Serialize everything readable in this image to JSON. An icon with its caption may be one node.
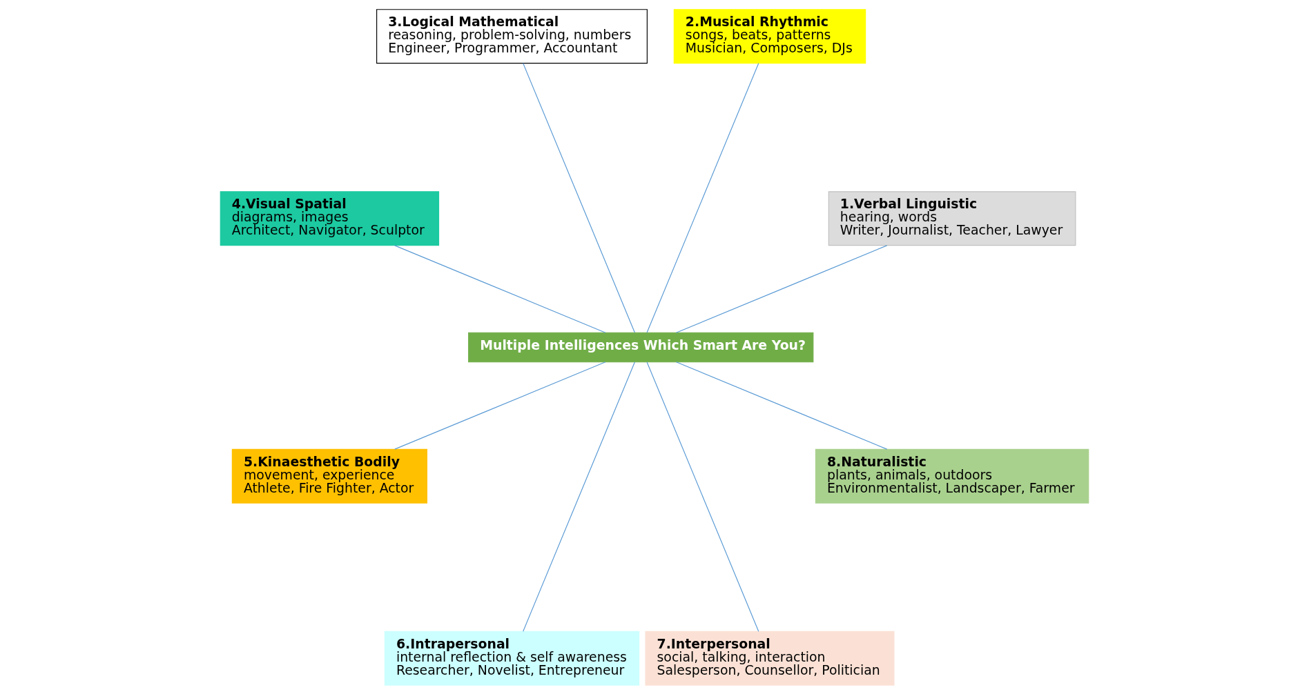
{
  "diagram": {
    "nodes": [
      {
        "text": [
          "Multiple Intelligences Which Smart Are You?"
        ]
      },
      {
        "text": [
          "1.Verbal Linguistic",
          "hearing, words",
          "Writer, Journalist, Teacher, Lawyer"
        ]
      },
      {
        "text": [
          "2.Musical Rhythmic",
          "songs, beats, patterns",
          "Musician, Composers, DJs"
        ]
      },
      {
        "text": [
          "3.Logical Mathematical",
          "reasoning, problem-solving, numbers",
          "Engineer, Programmer, Accountant"
        ]
      },
      {
        "text": [
          "4.Visual Spatial",
          "diagrams, images",
          "Architect, Navigator, Sculptor"
        ]
      },
      {
        "text": [
          "5.Kinaesthetic Bodily",
          "movement, experience",
          "Athlete, Fire Fighter, Actor"
        ]
      },
      {
        "text": [
          "6.Intrapersonal",
          "internal reflection & self awareness",
          "Researcher, Novelist, Entrepreneur"
        ]
      },
      {
        "text": [
          "7.Interpersonal",
          "social, talking, interaction",
          "Salesperson, Counsellor, Politician"
        ]
      },
      {
        "text": [
          "8.Naturalistic",
          "plants, animals, outdoors",
          "Environmentalist, Landscaper, Farmer"
        ]
      }
    ],
    "edges": [
      {
        "from": 0,
        "to": 1,
        "arrow": "none"
      },
      {
        "from": 0,
        "to": 2,
        "arrow": "none"
      },
      {
        "from": 0,
        "to": 3,
        "arrow": "none"
      },
      {
        "from": 0,
        "to": 4,
        "arrow": "none"
      },
      {
        "from": 0,
        "to": 5,
        "arrow": "none"
      },
      {
        "from": 0,
        "to": 6,
        "arrow": "none"
      },
      {
        "from": 0,
        "to": 7,
        "arrow": "none"
      },
      {
        "from": 0,
        "to": 8,
        "arrow": "none"
      }
    ]
  }
}
